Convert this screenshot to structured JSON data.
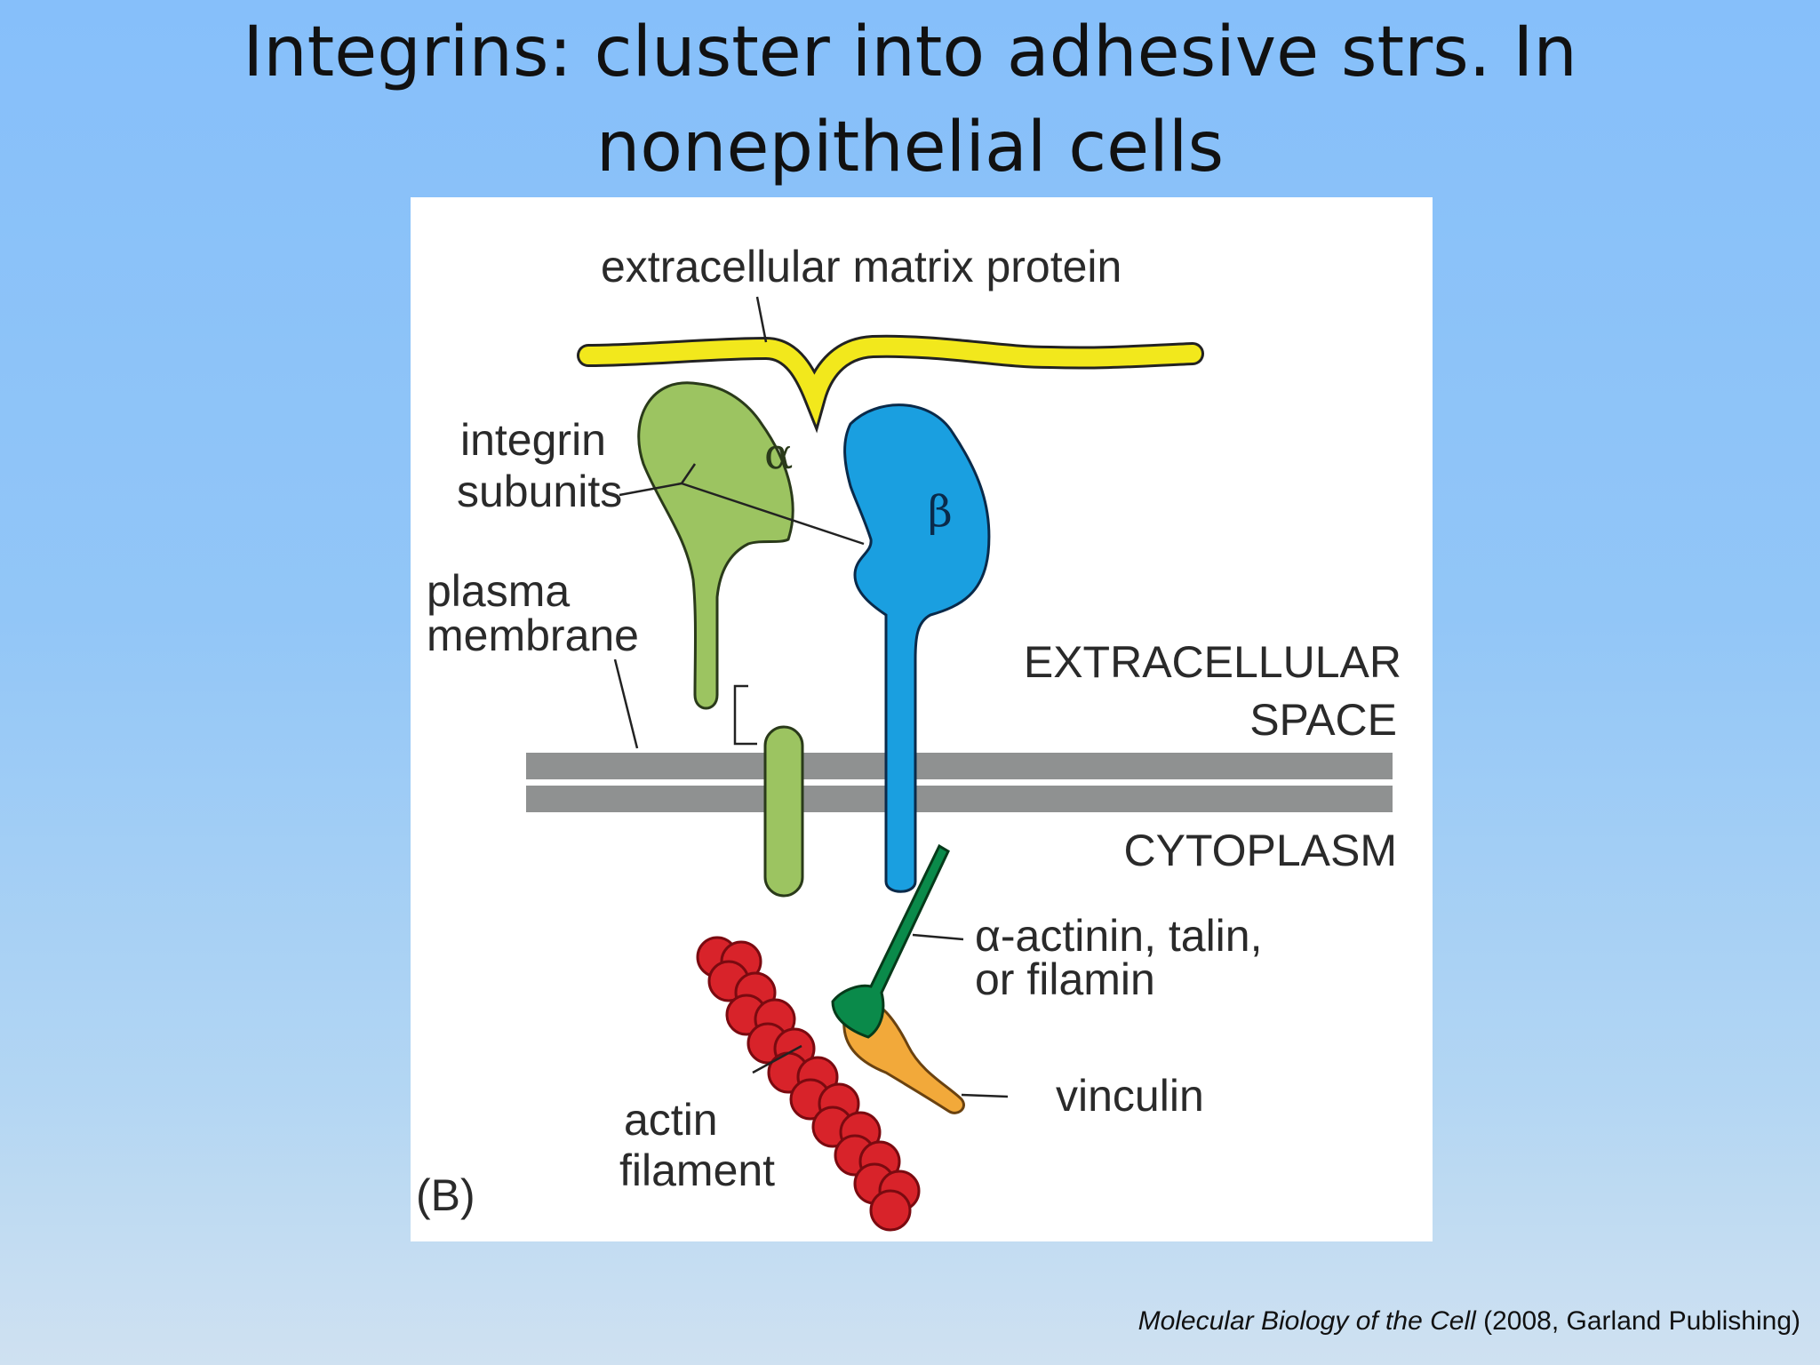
{
  "slide": {
    "title_line1": "Integrins: cluster into adhesive strs. In",
    "title_line2": "nonepithelial cells"
  },
  "diagram": {
    "labels": {
      "ecm_protein": "extracellular matrix protein",
      "integrin_line1": "integrin",
      "integrin_line2": "subunits",
      "plasma_line1": "plasma",
      "plasma_line2": "membrane",
      "extracellular_line1": "EXTRACELLULAR",
      "extracellular_line2": "SPACE",
      "cytoplasm": "CYTOPLASM",
      "alpha_symbol": "α",
      "beta_symbol": "β",
      "actinin_line1": "α-actinin, talin,",
      "actinin_line2": "or filamin",
      "vinculin": "vinculin",
      "actin_line1": "actin",
      "actin_line2": "filament",
      "panel": "(B)"
    },
    "colors": {
      "ecm": "#f2e81c",
      "alpha_subunit": "#9cc461",
      "beta_subunit": "#1a9fe0",
      "membrane": "#8f9191",
      "actinin": "#0a8a4a",
      "vinculin": "#f2a93a",
      "actin": "#d8232a"
    }
  },
  "citation": {
    "book": "Molecular Biology of the Cell",
    "details": " (2008, Garland Publishing)"
  }
}
